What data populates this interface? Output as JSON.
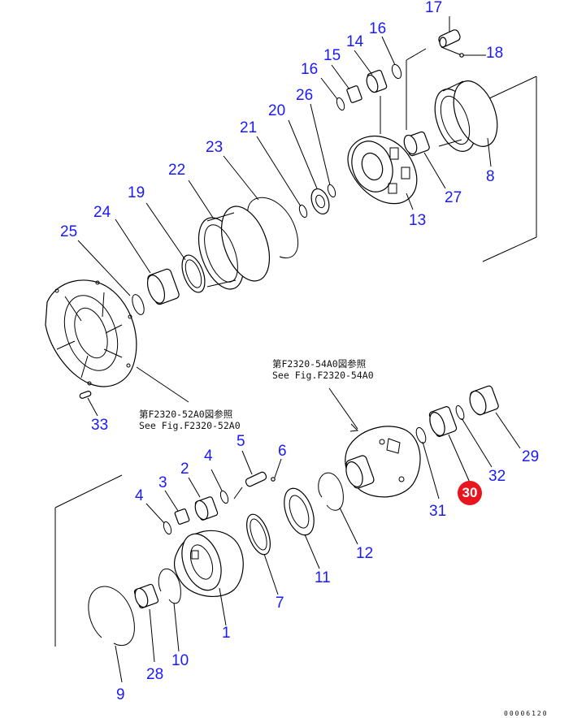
{
  "diagram": {
    "title": "Planetary gear assembly exploded view",
    "highlight_color": "#e8141e",
    "label_color": "#1a1aff",
    "highlighted_part": "30",
    "callouts": [
      {
        "id": "17",
        "label": "17"
      },
      {
        "id": "18",
        "label": "18"
      },
      {
        "id": "16a",
        "label": "16"
      },
      {
        "id": "14",
        "label": "14"
      },
      {
        "id": "15",
        "label": "15"
      },
      {
        "id": "16b",
        "label": "16"
      },
      {
        "id": "26",
        "label": "26"
      },
      {
        "id": "20",
        "label": "20"
      },
      {
        "id": "21",
        "label": "21"
      },
      {
        "id": "23",
        "label": "23"
      },
      {
        "id": "22",
        "label": "22"
      },
      {
        "id": "19",
        "label": "19"
      },
      {
        "id": "24",
        "label": "24"
      },
      {
        "id": "25",
        "label": "25"
      },
      {
        "id": "8",
        "label": "8"
      },
      {
        "id": "27",
        "label": "27"
      },
      {
        "id": "13",
        "label": "13"
      },
      {
        "id": "33",
        "label": "33"
      },
      {
        "id": "29",
        "label": "29"
      },
      {
        "id": "32",
        "label": "32"
      },
      {
        "id": "30",
        "label": "30"
      },
      {
        "id": "31",
        "label": "31"
      },
      {
        "id": "12",
        "label": "12"
      },
      {
        "id": "5",
        "label": "5"
      },
      {
        "id": "6",
        "label": "6"
      },
      {
        "id": "4a",
        "label": "4"
      },
      {
        "id": "2",
        "label": "2"
      },
      {
        "id": "3",
        "label": "3"
      },
      {
        "id": "4b",
        "label": "4"
      },
      {
        "id": "11",
        "label": "11"
      },
      {
        "id": "7",
        "label": "7"
      },
      {
        "id": "1",
        "label": "1"
      },
      {
        "id": "10",
        "label": "10"
      },
      {
        "id": "28",
        "label": "28"
      },
      {
        "id": "9",
        "label": "9"
      }
    ],
    "references": [
      {
        "ja": "第F2320-54A0図参照",
        "en": "See Fig.F2320-54A0"
      },
      {
        "ja": "第F2320-52A0図参照",
        "en": "See Fig.F2320-52A0"
      }
    ],
    "doc_number": "00006120"
  }
}
